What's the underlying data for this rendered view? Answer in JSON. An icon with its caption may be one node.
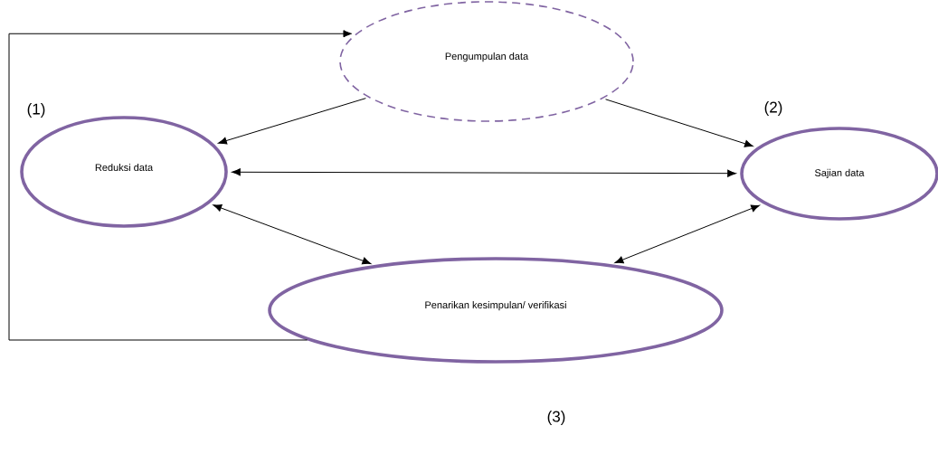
{
  "diagram": {
    "nodes": [
      {
        "text": [
          "Pengumpulan data"
        ]
      },
      {
        "text": [
          "Reduksi data"
        ]
      },
      {
        "text": [
          "Sajian data"
        ]
      },
      {
        "text": [
          "Penarikan kesimpulan/ verifikasi"
        ]
      }
    ],
    "edges": [
      {
        "from": 3,
        "to": 0,
        "arrow": "to"
      },
      {
        "from": 0,
        "to": 1,
        "arrow": "to"
      },
      {
        "from": 0,
        "to": 2,
        "arrow": "to"
      },
      {
        "from": 1,
        "to": 2,
        "arrow": "both"
      },
      {
        "from": 1,
        "to": 3,
        "arrow": "both"
      },
      {
        "from": 3,
        "to": 2,
        "arrow": "both"
      }
    ],
    "labels": [
      "(1)",
      "(2)",
      "(3)"
    ]
  }
}
